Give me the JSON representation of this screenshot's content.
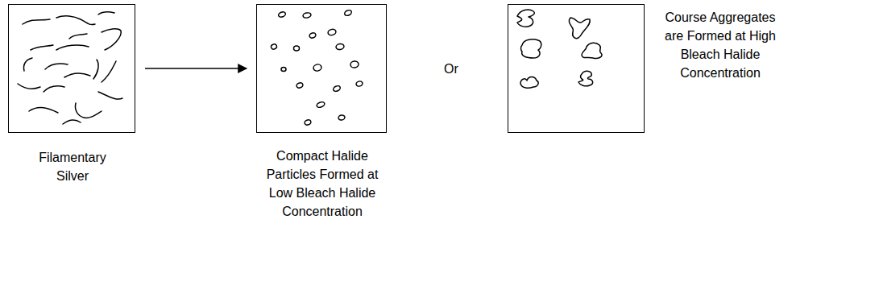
{
  "diagram": {
    "nodes": [
      {
        "text": [
          "Filamentary Silver"
        ]
      },
      {
        "text": [
          "Compact Halide Particles Formed at Low Bleach Halide Concentration"
        ]
      },
      {
        "text": [
          "Course Aggregates are Formed at High Bleach Halide Concentration"
        ]
      }
    ],
    "edges": [
      {
        "from": 0,
        "to": 1,
        "arrow": "to"
      }
    ],
    "labels": [
      "Or"
    ]
  }
}
